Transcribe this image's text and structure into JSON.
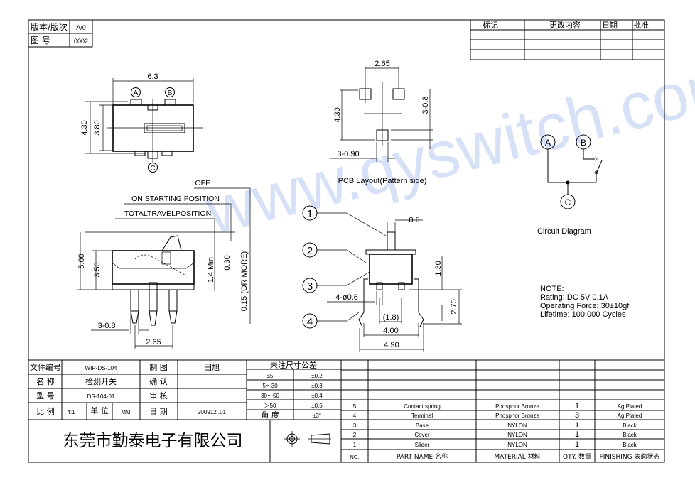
{
  "watermark": "www.qyswitch.com",
  "header_box": {
    "version_label": "版本/版次",
    "version_value": "A/0",
    "drawing_no_label": "图 号",
    "drawing_no_value": "0002"
  },
  "revision_table": {
    "headers": [
      "标记",
      "更改内容",
      "日期",
      "批准"
    ]
  },
  "top_view": {
    "width_dim": "6.3",
    "height_outer": "4.30",
    "height_inner": "3.80",
    "terminal_a": "A",
    "terminal_b": "B",
    "terminal_c": "C"
  },
  "pcb_layout": {
    "pitch": "2.65",
    "height": "4.30",
    "slot": "3-0.8",
    "pad": "3-0.90",
    "caption": "PCB Layout(Pattern side)"
  },
  "side_view": {
    "off": "OFF",
    "on_start": "ON STARTING POSITION",
    "total_travel": "TOTALTRAVELPOSITION",
    "h_total": "5.00",
    "h_body": "3.50",
    "travel_min": "1.4 Min",
    "pre_travel": "0.30",
    "over_travel": "0.15 (OR MORE)",
    "pin_width": "3-0.8",
    "pin_pitch": "2.65"
  },
  "section_view": {
    "callouts": [
      "1",
      "2",
      "3",
      "4"
    ],
    "stem": "0.6",
    "hole": "4-ø0.6",
    "inner": "(1.8)",
    "width_a": "4.00",
    "width_b": "4.90",
    "h1": "1.30",
    "h2": "2.70"
  },
  "circuit": {
    "caption": "Circuit Diagram",
    "a": "A",
    "b": "B",
    "c": "C"
  },
  "notes": {
    "title": "NOTE:",
    "rating": "Rating: DC  5V  0.1A",
    "force": "Operating Force: 30±10gf",
    "lifetime": "Lifetime: 100,000 Cycles"
  },
  "title_block": {
    "file_no_label": "文件编号",
    "file_no": "WIP-DS-104",
    "name_label": "名  称",
    "name": "检测开关",
    "model_label": "型  号",
    "model": "DS-104-01",
    "scale_label": "比  例",
    "scale": "4:1",
    "unit_label": "单 位",
    "unit": "MM",
    "drawn_label": "制  图",
    "drawn": "田旭",
    "confirm_label": "确  认",
    "confirm": "",
    "review_label": "审  核",
    "review": "",
    "date_label": "日  期",
    "date": "200912 .01",
    "company": "东莞市勤泰电子有限公司"
  },
  "tolerance": {
    "title": "未注尺寸公差",
    "rows": [
      [
        "≤5",
        "±0.2"
      ],
      [
        "5～30",
        "±0.3"
      ],
      [
        "30～50",
        "±0.4"
      ],
      [
        "＞50",
        "±0.5"
      ],
      [
        "角 度",
        "±3°"
      ]
    ]
  },
  "parts": {
    "headers": {
      "no": "NO.",
      "name": "PART  NAME 名称",
      "material": "MATERIAL 材料",
      "qty": "QTY. 数量",
      "finish": "FINISHING 表面状态"
    },
    "rows": [
      {
        "no": "5",
        "name": "Contact spring",
        "material": "Phosphor Bronze",
        "qty": "1",
        "finish": "Ag  Plated"
      },
      {
        "no": "4",
        "name": "Terminal",
        "material": "Phosphor Bronze",
        "qty": "3",
        "finish": "Ag  Plated"
      },
      {
        "no": "3",
        "name": "Base",
        "material": "NYLON",
        "qty": "1",
        "finish": "Black"
      },
      {
        "no": "2",
        "name": "Cover",
        "material": "NYLON",
        "qty": "1",
        "finish": "Black"
      },
      {
        "no": "1",
        "name": "Slider",
        "material": "NYLON",
        "qty": "1",
        "finish": "Black"
      }
    ]
  }
}
